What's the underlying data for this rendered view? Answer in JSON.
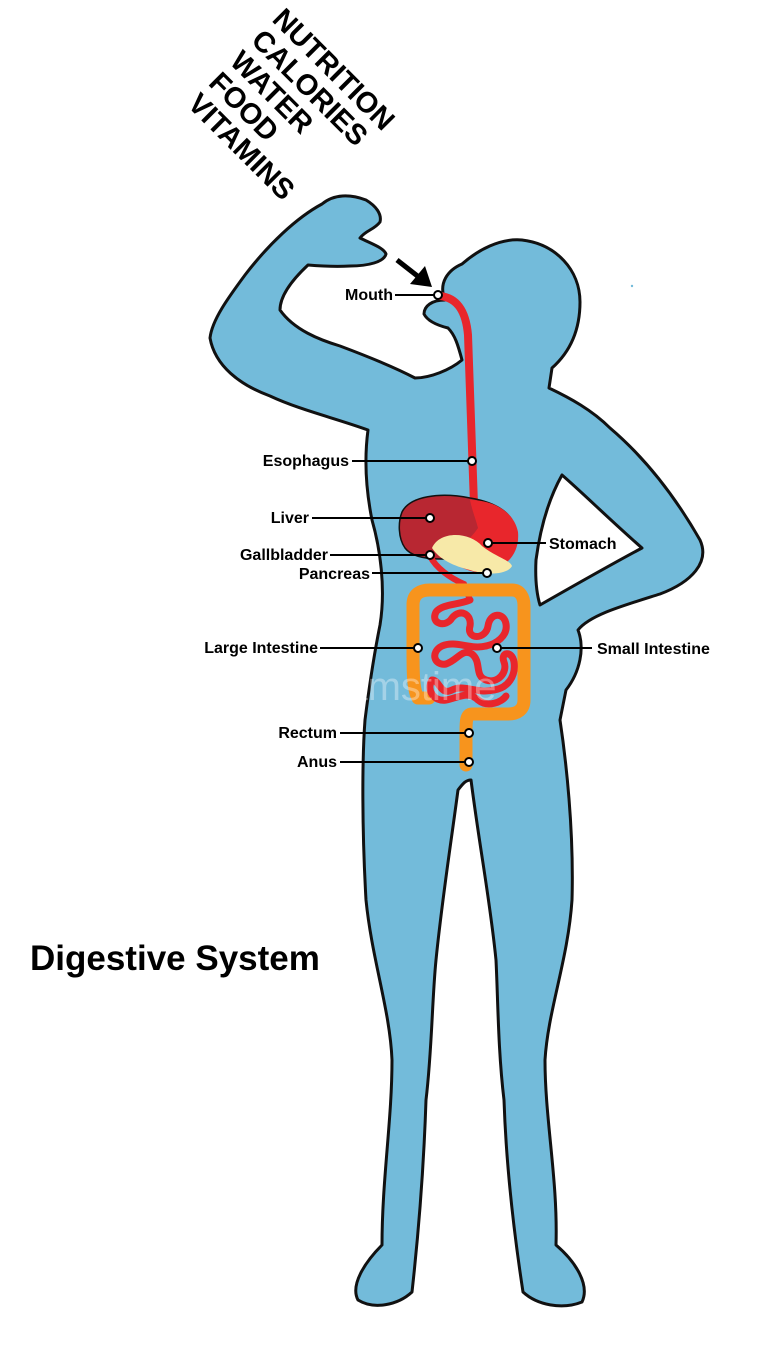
{
  "title": "Digestive System",
  "intake_words": [
    "NUTRITION",
    "CALORIES",
    "WATER",
    "FOOD",
    "VITAMINS"
  ],
  "labels": {
    "mouth": "Mouth",
    "esophagus": "Esophagus",
    "liver": "Liver",
    "gallbladder": "Gallbladder",
    "pancreas": "Pancreas",
    "stomach": "Stomach",
    "large_intestine": "Large Intestine",
    "small_intestine": "Small Intestine",
    "rectum": "Rectum",
    "anus": "Anus"
  },
  "watermark": "dreamstime",
  "colors": {
    "body": "#73bbda",
    "outline": "#111111",
    "esophagus": "#e8262c",
    "liver": "#b82732",
    "stomach": "#e8262c",
    "gallbladder": "#f7e9a8",
    "large_intestine": "#f7941d",
    "small_intestine": "#e8262c"
  }
}
